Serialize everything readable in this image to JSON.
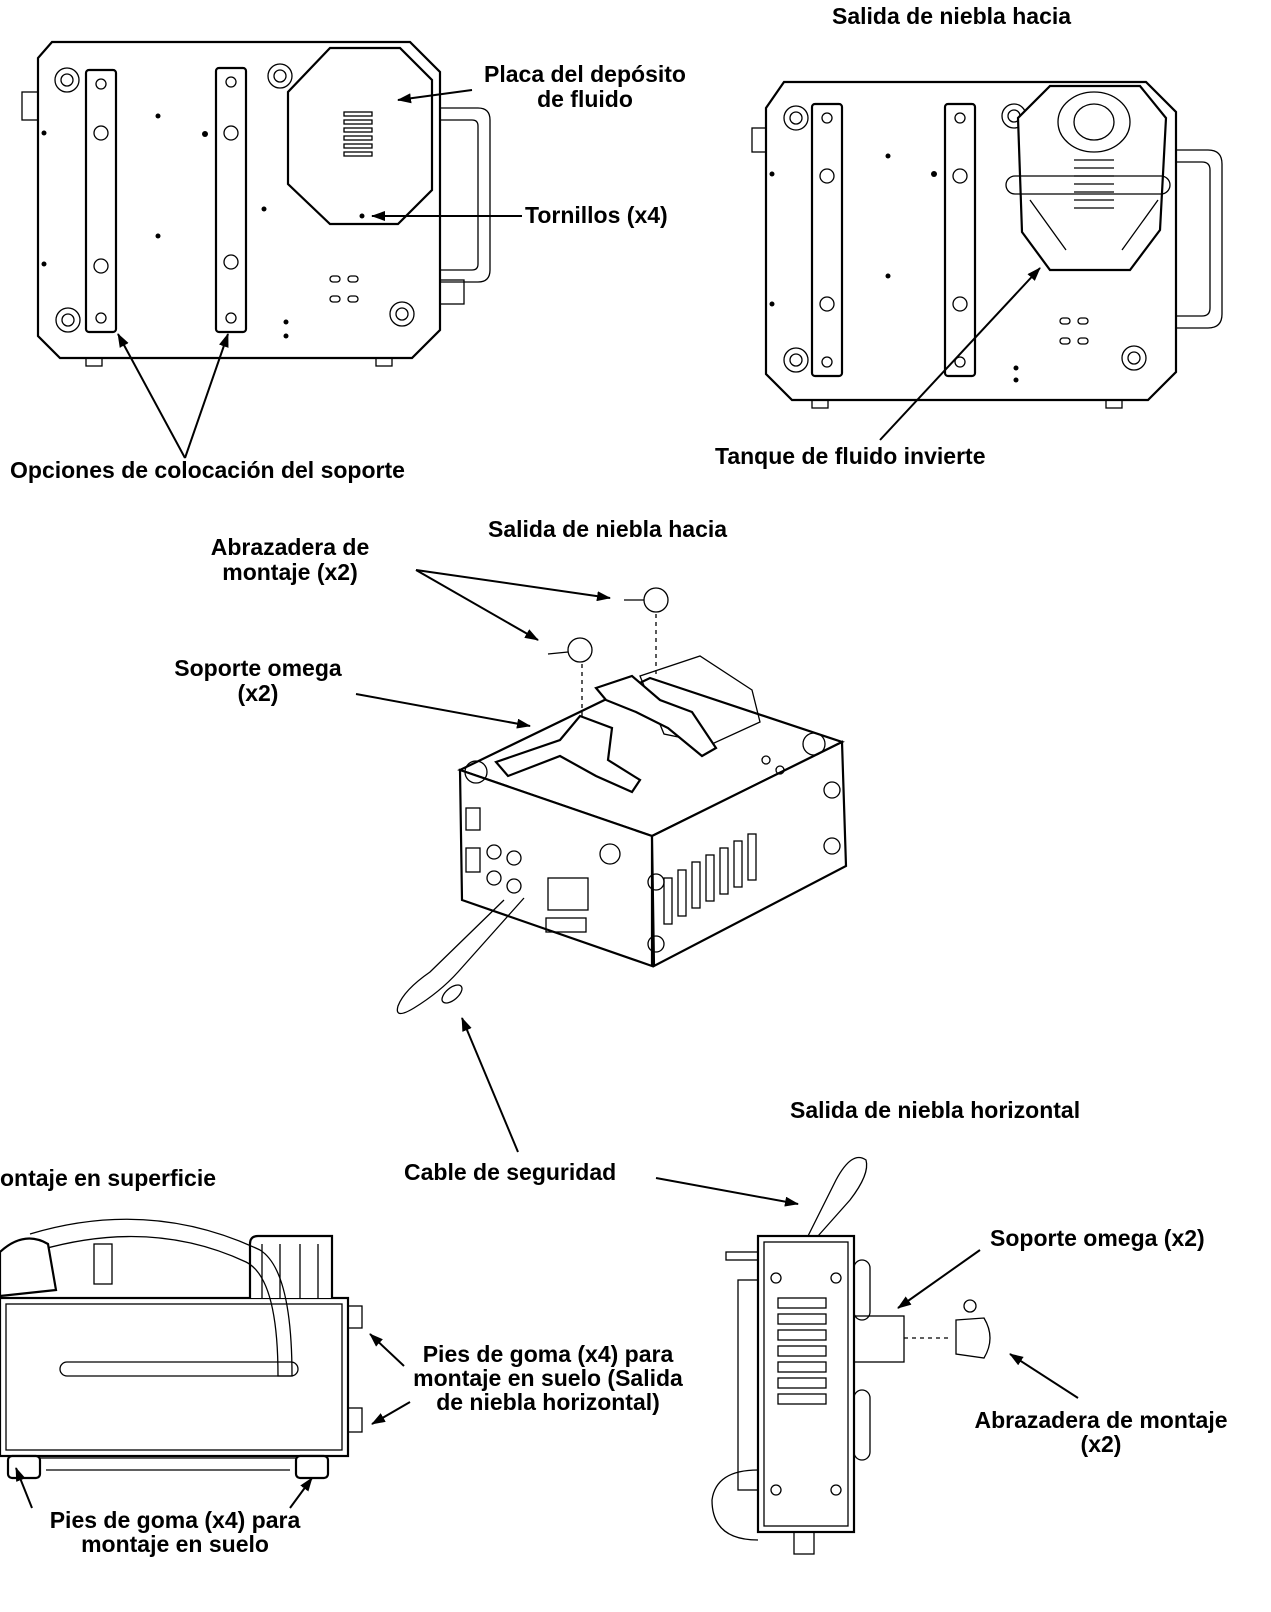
{
  "diagram": {
    "labels": {
      "top_left_reservoir_plate_1": "Placa del depósito",
      "top_left_reservoir_plate_2": "de fluido",
      "top_left_screws": "Tornillos (x4)",
      "top_left_bracket_options": "Opciones de colocación del soporte",
      "top_right_heading": "Salida de niebla hacia",
      "top_right_tank_inverted": "Tanque de fluido invierte",
      "middle_heading": "Salida de niebla hacia",
      "middle_clamp_1": "Abrazadera de",
      "middle_clamp_2": "montaje (x2)",
      "middle_omega_1": "Soporte omega",
      "middle_omega_2": "(x2)",
      "safety_cable": "Cable de seguridad",
      "bottom_left_heading": "ontaje en superficie",
      "bottom_left_feet_horizontal_1": "Pies de goma (x4) para",
      "bottom_left_feet_horizontal_2": "montaje en suelo (Salida",
      "bottom_left_feet_horizontal_3": "de niebla horizontal)",
      "bottom_left_feet_floor_1": "Pies de goma (x4) para",
      "bottom_left_feet_floor_2": "montaje en suelo",
      "bottom_right_heading": "Salida de niebla horizontal",
      "bottom_right_omega": "Soporte omega (x2)",
      "bottom_right_clamp_1": "Abrazadera de montaje",
      "bottom_right_clamp_2": "(x2)"
    }
  }
}
